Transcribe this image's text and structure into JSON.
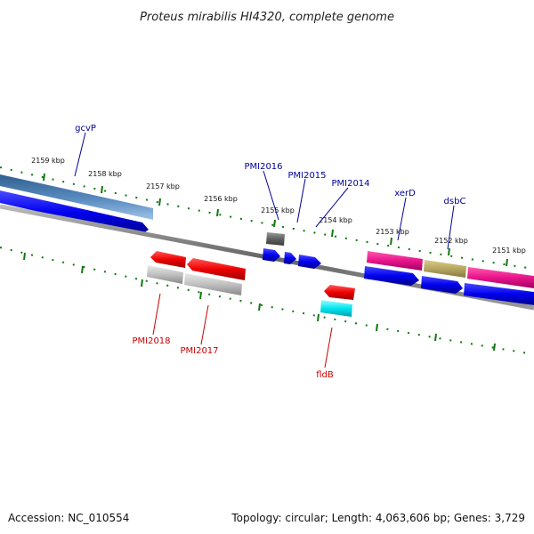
{
  "title": "Proteus mirabilis HI4320, complete genome",
  "footer": {
    "accession": "Accession: NC_010554",
    "summary": "Topology: circular; Length: 4,063,606 bp; Genes: 3,729"
  },
  "scale_ticks": [
    "2159 kbp",
    "2158 kbp",
    "2157 kbp",
    "2156 kbp",
    "2155 kbp",
    "2154 kbp",
    "2153 kbp",
    "2152 kbp",
    "2151 kbp"
  ],
  "genes": [
    {
      "name": "gcvP",
      "strand": "forward",
      "color": "#000099"
    },
    {
      "name": "PMI2016",
      "strand": "forward",
      "color": "#000099"
    },
    {
      "name": "PMI2015",
      "strand": "forward",
      "color": "#000099"
    },
    {
      "name": "PMI2014",
      "strand": "forward",
      "color": "#000099"
    },
    {
      "name": "xerD",
      "strand": "forward",
      "color": "#000099"
    },
    {
      "name": "dsbC",
      "strand": "forward",
      "color": "#000099"
    },
    {
      "name": "PMI2018",
      "strand": "reverse",
      "color": "#cc0000"
    },
    {
      "name": "PMI2017",
      "strand": "reverse",
      "color": "#cc0000"
    },
    {
      "name": "fldB",
      "strand": "reverse",
      "color": "#cc0000"
    }
  ],
  "colors": {
    "forward_cds": "#0000ee",
    "reverse_cds": "#ee0000",
    "tick": "#117711",
    "backbone": "#777777"
  }
}
